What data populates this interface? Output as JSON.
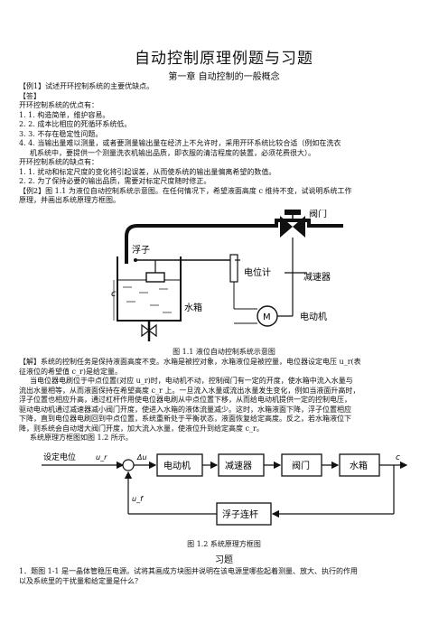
{
  "doc": {
    "title": "自动控制原理例题与习题",
    "chapter": "第一章    自动控制的一般概念",
    "ex1_q": "【例1】试述开环控制系统的主要优缺点。",
    "ans": "【答】",
    "adv_head": "开环控制系统的优点有：",
    "adv1": "1.   1.    构造简单，维护容易。",
    "adv2": "2.   2.    成本比相应的死循环系统低。",
    "adv3": "3.   3.    不存在稳定性问题。",
    "adv4a": "4.   4.    当输出量难以测量，或者要测量输出量在经济上不允许时，采用开环系统比较合适（例如在洗衣",
    "adv4b": "机系统中，要提供一个测量洗衣机输出品质，即衣服的清洁程度的装置，必须花费很大）。",
    "dis_head": "开环控制系统的缺点有：",
    "dis1": "1.   1.    扰动和标定尺度的变化将引起误差，从而使系统的输出量偏离希望的数值。",
    "dis2": "2.   2.    为了保持必要的输出品质，需要对标定尺度随时修正。",
    "ex2a": "【例2】图 1.1 为液位自动控制系统示意图。在任何情况下，希望液面高度 c 维持不变，试说明系统工作",
    "ex2b": "原理，并画出系统原理方框图。",
    "fig1_caption": "图 1.1    液位自动控制系统示意图",
    "sol1": "【解】系统的控制任务是保持液面高度不变。水箱是被控对象，水箱液位是被控量，电位器设定电压 u_r(表",
    "sol2": "征液位的希望值 c_r)是给定量。",
    "sol3": "当电位器电刷位于中点位置(对应 u_r)时，电动机不动，控制阀门有一定的开度，使水箱中流入水量与",
    "sol4": "流出水量相等，从而液面保持在希望高度 c_r 上。一旦流入水量或流出水量发生变化，例如当液面升高时，",
    "sol5": "浮子位置也相应升高，通过杠杆作用使电位器电刷从中点位置下移，从而给电动机提供一定的控制电压，",
    "sol6": "驱动电动机通过减速器减小阀门开度，使进入水箱的液体流量减少。这时，水箱液面下降，浮子位置相应",
    "sol7": "下降，直到电位器电刷回到中点位置，系统重新处于平衡状态，液面恢复给定高度。反之，若水箱液位下",
    "sol8": "降，则系统会自动增大阀门开度，加大流入水量，使液位升到给定高度 c_r。",
    "sol9": "系统原理方框图如图 1.2 所示。",
    "fig2_caption": "图 1.2    系统原理方框图",
    "exercises": "习题",
    "q1a": "1．题图 1-1 是一晶体管稳压电源。试将其画成方块图并说明在该电源里哪些起着测量、放大、执行的作用",
    "q1b": "以及系统里的干扰量和给定量是什么？"
  },
  "fig1": {
    "float": "浮子",
    "valve": "阀门",
    "pot": "电位计",
    "reducer": "减速器",
    "tank": "水箱",
    "motor": "电动机",
    "motor_symbol": "M",
    "level": "c"
  },
  "fig2": {
    "input": "设定电位",
    "input_sym": "u_r",
    "error": "Δu",
    "feedback_sym": "u_f",
    "blocks": [
      "电动机",
      "减速器",
      "阀门",
      "水箱"
    ],
    "feedback": "浮子连杆",
    "output": "c"
  }
}
